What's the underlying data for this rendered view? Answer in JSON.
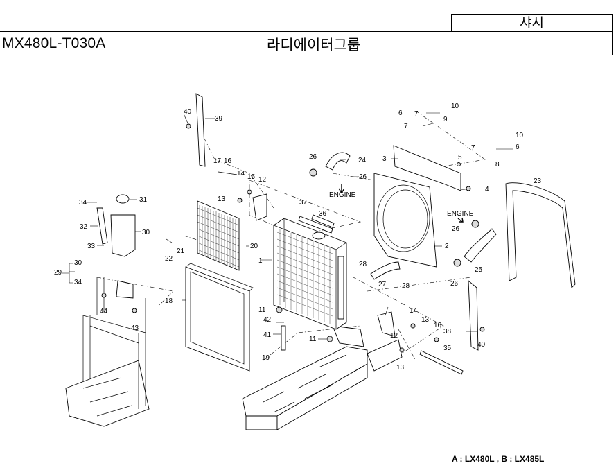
{
  "header": {
    "category": "샤시",
    "model_code": "MX480L-T030A",
    "group_title": "라디에이터그룹"
  },
  "diagram": {
    "engine_label_1": "ENGINE",
    "engine_label_2": "ENGINE",
    "callouts": [
      "1",
      "2",
      "3",
      "4",
      "5",
      "6",
      "7",
      "8",
      "9",
      "10",
      "11",
      "12",
      "13",
      "14",
      "15",
      "16",
      "17",
      "18",
      "19",
      "20",
      "21",
      "22",
      "23",
      "24",
      "25",
      "26",
      "27",
      "28",
      "29",
      "30",
      "31",
      "32",
      "33",
      "34",
      "35",
      "36",
      "37",
      "38",
      "39",
      "40",
      "41",
      "42",
      "43",
      "44"
    ],
    "bracket_29": {
      "label": "29",
      "top": "30",
      "bottom": "34"
    }
  },
  "footer": {
    "variant_note": "A : LX480L , B : LX485L"
  }
}
